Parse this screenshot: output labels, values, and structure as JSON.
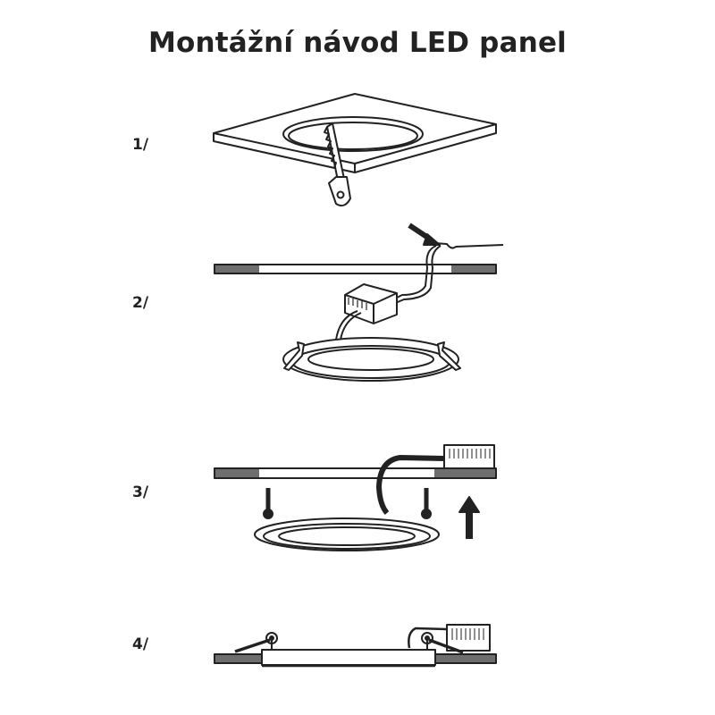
{
  "title": "Montážní návod LED panel",
  "steps": [
    {
      "label": "1/"
    },
    {
      "label": "2/"
    },
    {
      "label": "3/"
    },
    {
      "label": "4/"
    }
  ],
  "colors": {
    "line": "#222222",
    "ceiling_fill": "#6e6e6e"
  }
}
